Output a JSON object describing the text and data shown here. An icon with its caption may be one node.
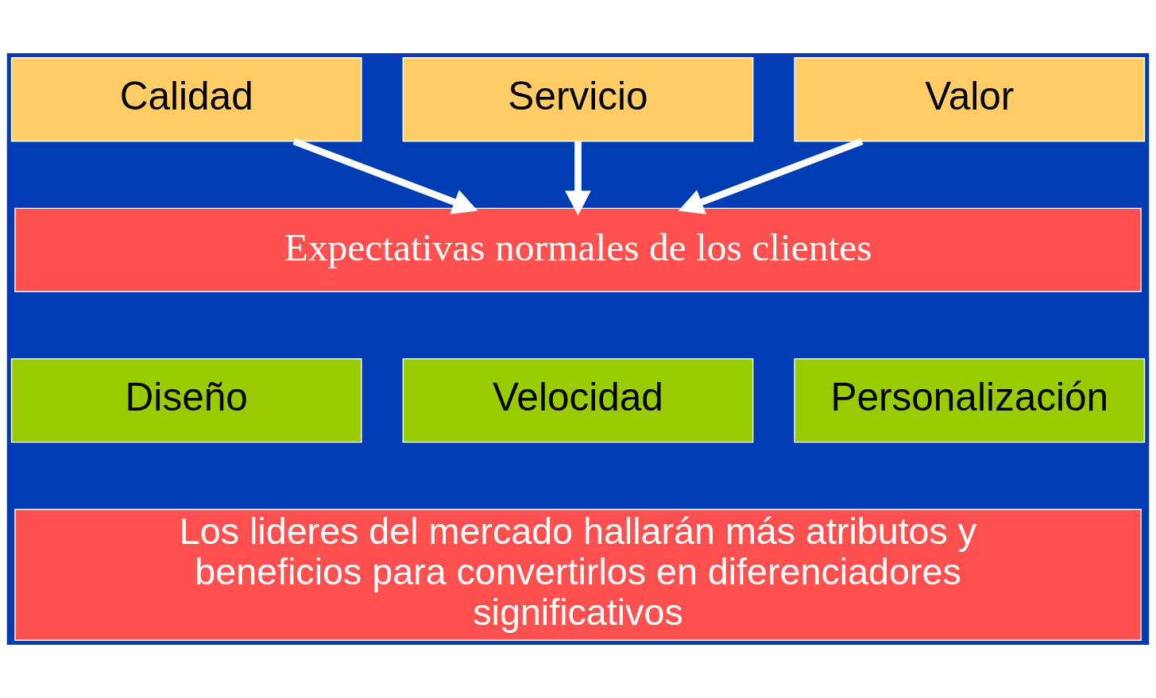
{
  "diagram": {
    "nodes": [
      {
        "text": [
          "Calidad"
        ]
      },
      {
        "text": [
          "Servicio"
        ]
      },
      {
        "text": [
          "Valor"
        ]
      },
      {
        "text": [
          "Expectativas normales de los clientes"
        ]
      },
      {
        "text": [
          "Diseño"
        ]
      },
      {
        "text": [
          "Velocidad"
        ]
      },
      {
        "text": [
          "Personalización"
        ]
      },
      {
        "text": [
          "Los lideres del mercado hallarán más atributos y beneficios para convertirlos en diferenciadores significativos"
        ]
      }
    ],
    "edges": [
      {
        "from": 0,
        "to": 3,
        "arrow": "to"
      },
      {
        "from": 1,
        "to": 3,
        "arrow": "to"
      },
      {
        "from": 2,
        "to": 3,
        "arrow": "to"
      }
    ]
  }
}
